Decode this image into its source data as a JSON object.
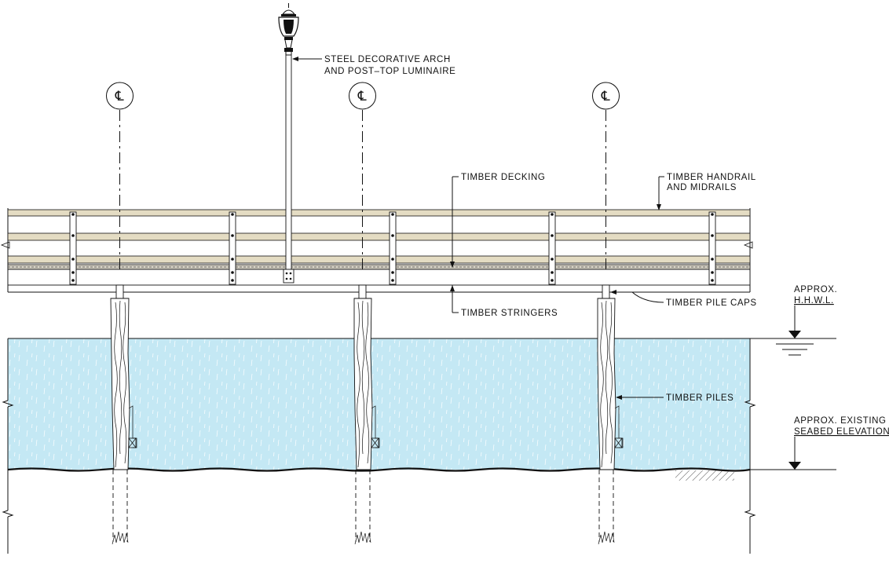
{
  "labels": {
    "luminaire_line1": "STEEL DECORATIVE ARCH",
    "luminaire_line2": "AND POST–TOP LUMINAIRE",
    "decking": "TIMBER DECKING",
    "handrail_line1": "TIMBER HANDRAIL",
    "handrail_line2": "AND MIDRAILS",
    "stringers": "TIMBER STRINGERS",
    "pile_caps": "TIMBER PILE CAPS",
    "piles": "TIMBER PILES",
    "hhwl_line1": "APPROX.",
    "hhwl_line2": "H.H.W.L.",
    "seabed_line1": "APPROX. EXISTING",
    "seabed_line2": "SEABED ELEVATION"
  },
  "bents": [
    {
      "symbol": "℄"
    },
    {
      "symbol": "℄"
    },
    {
      "symbol": "℄"
    }
  ],
  "colors": {
    "water": "#c4e8f4",
    "water_streak": "#ffffff",
    "timber": "#e4dcc3",
    "line": "#111111"
  }
}
